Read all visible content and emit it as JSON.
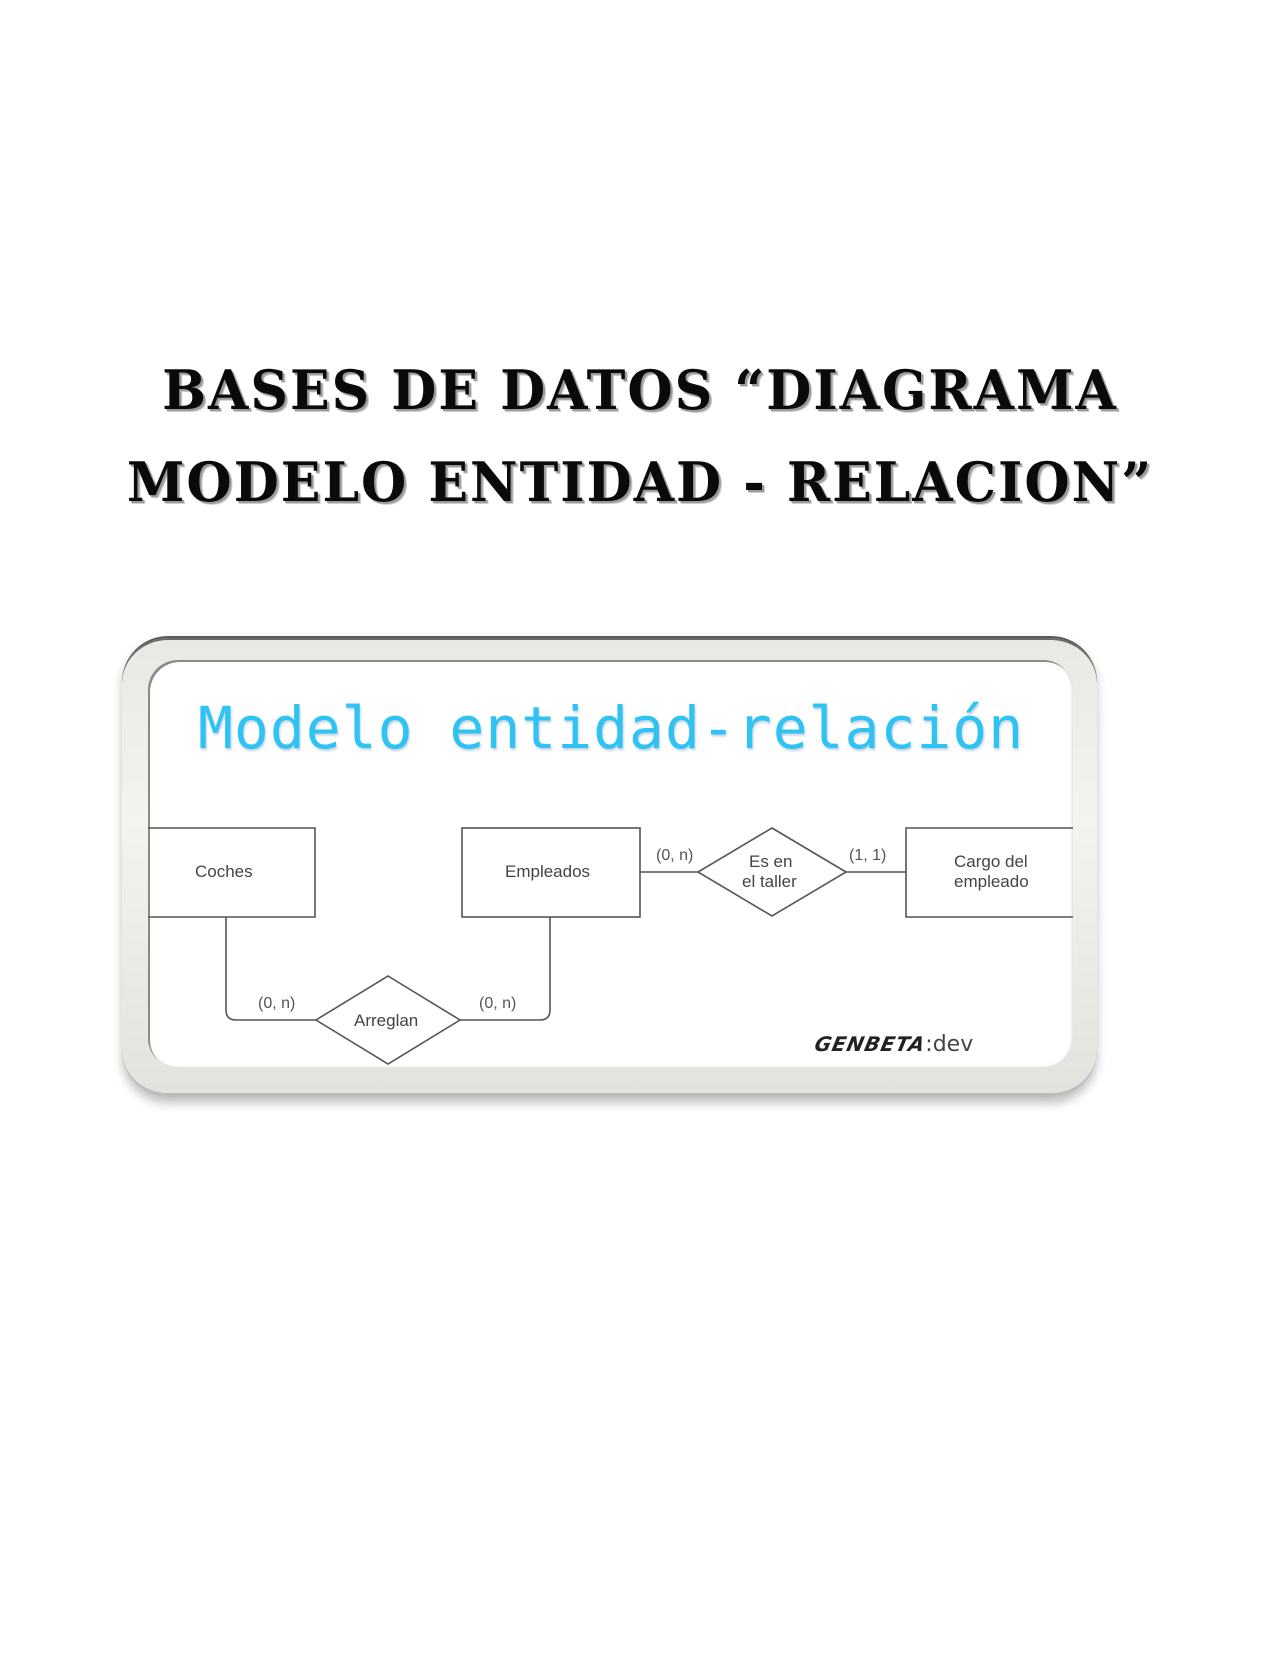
{
  "document": {
    "title_line_1": "Bases de datos “diagrama",
    "title_line_2": "modelo  entidad - relacion”"
  },
  "figure": {
    "heading": "Modelo entidad-relación",
    "heading_color": "#2fc3f3",
    "entities": [
      {
        "id": "coches",
        "label": "Coches"
      },
      {
        "id": "empleados",
        "label": "Empleados"
      },
      {
        "id": "cargo",
        "label_line_1": "Cargo del",
        "label_line_2": "empleado"
      }
    ],
    "relationships": [
      {
        "id": "es-en-el-taller",
        "label_line_1": "Es en",
        "label_line_2": "el taller",
        "left_cardinality": "(0, n)",
        "right_cardinality": "(1, 1)"
      },
      {
        "id": "arreglan",
        "label": "Arreglan",
        "left_cardinality": "(0, n)",
        "right_cardinality": "(0, n)"
      }
    ],
    "logo": {
      "brand": "GENBETA",
      "suffix": ":dev"
    }
  }
}
